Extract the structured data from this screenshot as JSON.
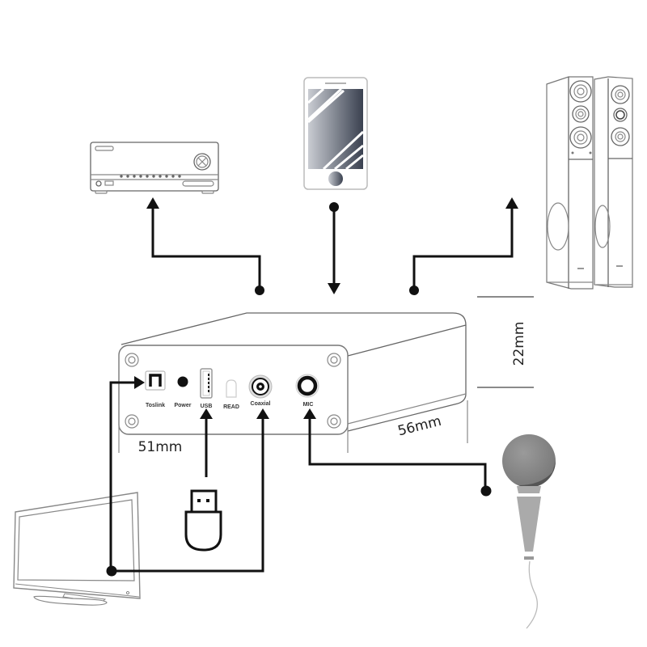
{
  "diagram": {
    "title": "",
    "device": {
      "name": "audio-converter-box",
      "ports": [
        {
          "id": "toslink",
          "label": "Toslink"
        },
        {
          "id": "power",
          "label": "Power"
        },
        {
          "id": "usb",
          "label": "USB"
        },
        {
          "id": "read",
          "label": "READ"
        },
        {
          "id": "coaxial",
          "label": "Coaxial"
        },
        {
          "id": "mic",
          "label": "MIC"
        }
      ],
      "dimensions": {
        "width": "51mm",
        "depth": "56mm",
        "height": "22mm"
      }
    },
    "peripherals": [
      {
        "id": "av-receiver",
        "icon": "av-receiver-icon",
        "direction": "output"
      },
      {
        "id": "smartphone",
        "icon": "smartphone-icon",
        "direction": "input"
      },
      {
        "id": "speakers",
        "icon": "tower-speakers-icon",
        "direction": "output"
      },
      {
        "id": "tv",
        "icon": "tv-monitor-icon",
        "direction": "input",
        "connects_to": [
          "toslink",
          "coaxial"
        ]
      },
      {
        "id": "usb-drive",
        "icon": "usb-flash-drive-icon",
        "direction": "input",
        "connects_to": [
          "usb"
        ]
      },
      {
        "id": "microphone",
        "icon": "microphone-icon",
        "direction": "input",
        "connects_to": [
          "mic"
        ]
      }
    ],
    "colors": {
      "wire": "#111111",
      "outline": "#888888",
      "phone_screen_dark": "#3a4150",
      "phone_screen_light": "#c9ccd2",
      "mic_head": "#8a8a8a",
      "mic_body": "#a9a9a9"
    }
  }
}
